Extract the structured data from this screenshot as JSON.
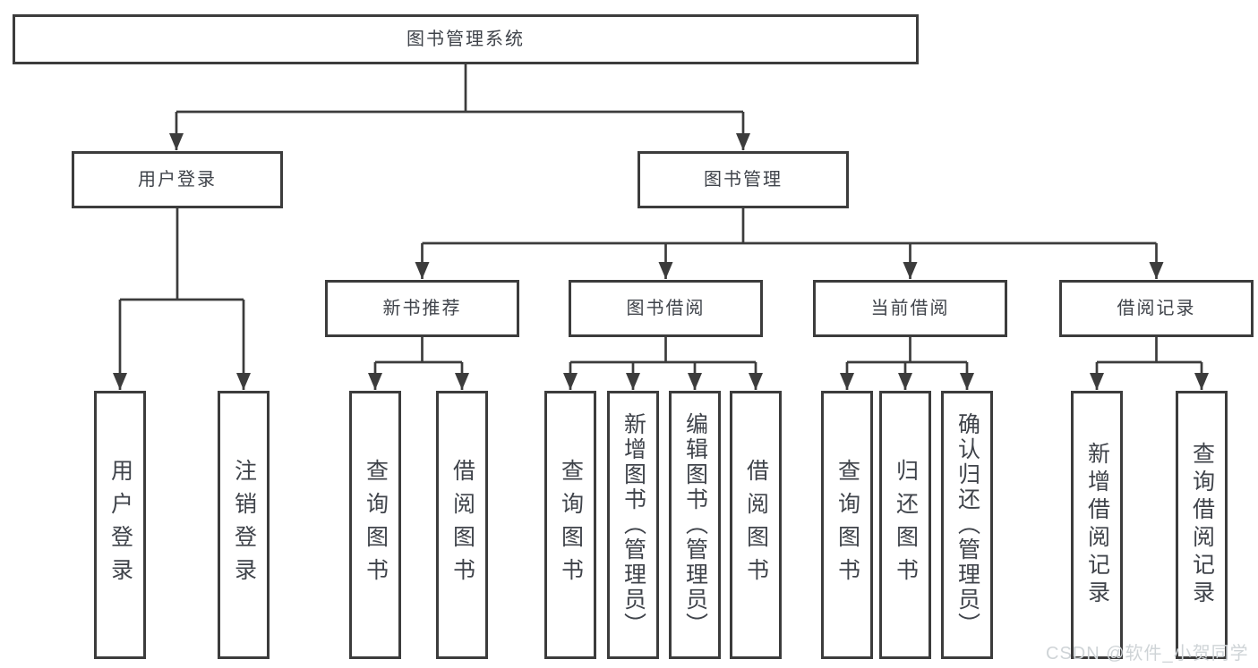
{
  "diagram": {
    "root": {
      "label": "图书管理系统"
    },
    "branches": [
      {
        "label": "用户登录",
        "children": [
          {
            "label": "用户登录"
          },
          {
            "label": "注销登录"
          }
        ]
      },
      {
        "label": "图书管理",
        "children": [
          {
            "label": "新书推荐",
            "children": [
              {
                "label": "查询图书"
              },
              {
                "label": "借阅图书"
              }
            ]
          },
          {
            "label": "图书借阅",
            "children": [
              {
                "label": "查询图书"
              },
              {
                "label": "新增图书（管理员）"
              },
              {
                "label": "编辑图书（管理员）"
              },
              {
                "label": "借阅图书"
              }
            ]
          },
          {
            "label": "当前借阅",
            "children": [
              {
                "label": "查询图书"
              },
              {
                "label": "归还图书"
              },
              {
                "label": "确认归还（管理员）"
              }
            ]
          },
          {
            "label": "借阅记录",
            "children": [
              {
                "label": "新增借阅记录"
              },
              {
                "label": "查询借阅记录"
              }
            ]
          }
        ]
      }
    ]
  },
  "watermark": {
    "text": "CSDN @软件_小贺同学"
  },
  "colors": {
    "line": "#3c3c3c",
    "text": "#3f434a",
    "background": "#ffffff",
    "watermark": "#cfd4d7"
  }
}
